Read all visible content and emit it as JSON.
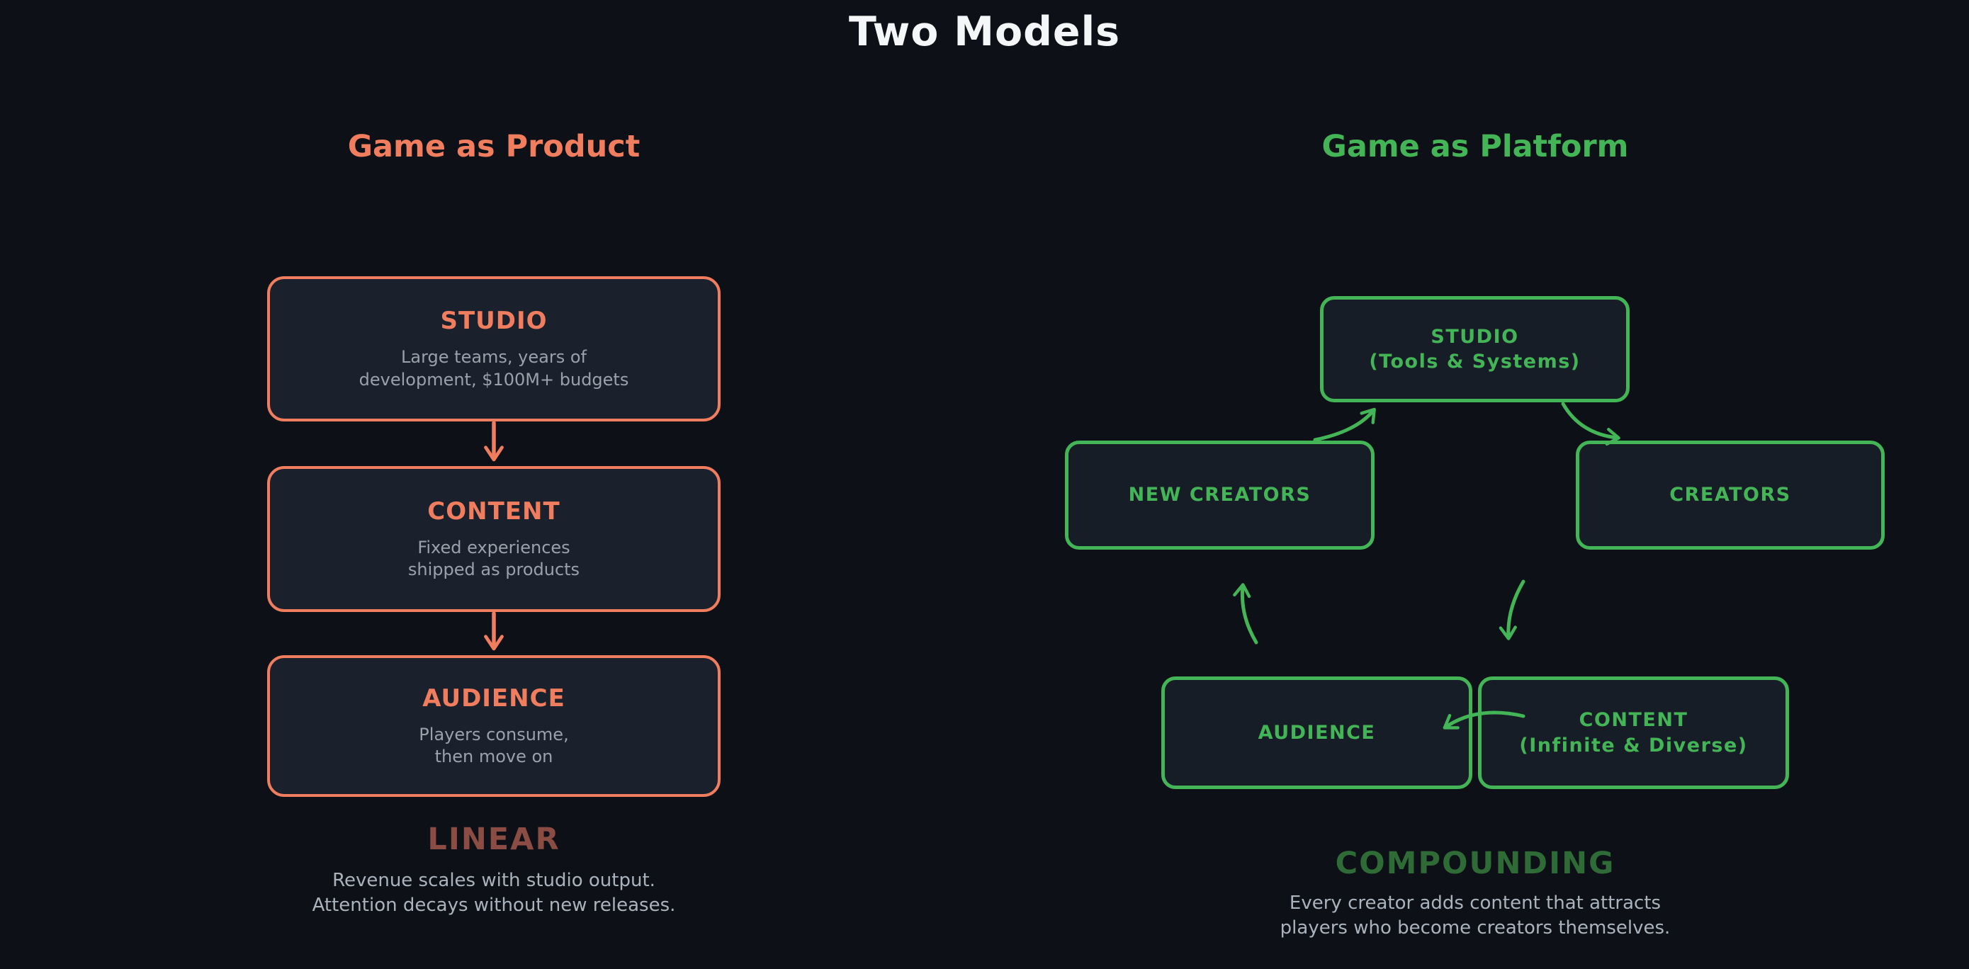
{
  "title": "Two Models",
  "colors": {
    "background": "#0d1117",
    "salmon": "#ef7d5e",
    "green": "#44b556",
    "muted_salmon": "#8a4c43",
    "muted_green": "#2f6b36",
    "box_fill_left": "#1b212c",
    "box_fill_right": "#171d27",
    "subtitle_gray": "#99a1ab",
    "caption_gray": "#aab3bd",
    "title_white": "#f4f6f8"
  },
  "product": {
    "heading": "Game as Product",
    "boxes": [
      {
        "title": "STUDIO",
        "desc_line1": "Large teams, years of",
        "desc_line2": "development, $100M+ budgets"
      },
      {
        "title": "CONTENT",
        "desc_line1": "Fixed experiences",
        "desc_line2": "shipped as products"
      },
      {
        "title": "AUDIENCE",
        "desc_line1": "Players consume,",
        "desc_line2": "then move on"
      }
    ],
    "label": "LINEAR",
    "caption_line1": "Revenue scales with studio output.",
    "caption_line2": "Attention decays without new releases."
  },
  "platform": {
    "heading": "Game as Platform",
    "boxes": {
      "studio": {
        "line1": "STUDIO",
        "line2": "(Tools & Systems)"
      },
      "new_creators": {
        "line1": "NEW CREATORS"
      },
      "creators": {
        "line1": "CREATORS"
      },
      "audience": {
        "line1": "AUDIENCE"
      },
      "content": {
        "line1": "CONTENT",
        "line2": "(Infinite & Diverse)"
      }
    },
    "label": "COMPOUNDING",
    "caption_line1": "Every creator adds content that attracts",
    "caption_line2": "players who become creators themselves."
  }
}
